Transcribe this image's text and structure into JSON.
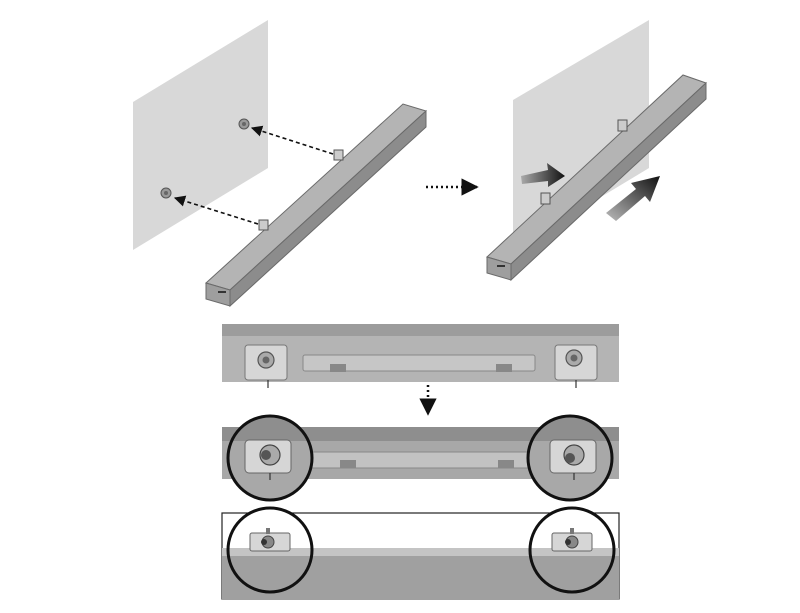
{
  "diagram": {
    "kind": "soundbar-wall-mount-instructions",
    "steps": [
      {
        "name": "hang-on-screws",
        "arrow_style": "dashed"
      },
      {
        "name": "slide-down-into-place",
        "arrow_style": "solid"
      },
      {
        "name": "bracket-detail-before",
        "arrow_style": "dotted"
      },
      {
        "name": "bracket-detail-locked"
      },
      {
        "name": "bracket-detail-side-view"
      }
    ],
    "colors": {
      "wall": "#d8d8d8",
      "bar_top": "#b4b4b4",
      "bar_front": "#8c8c8c",
      "bar_dark": "#6e6e6e",
      "bracket": "#d2d2d2",
      "arrow": "#111111",
      "circle": "#111111"
    },
    "labels": []
  }
}
